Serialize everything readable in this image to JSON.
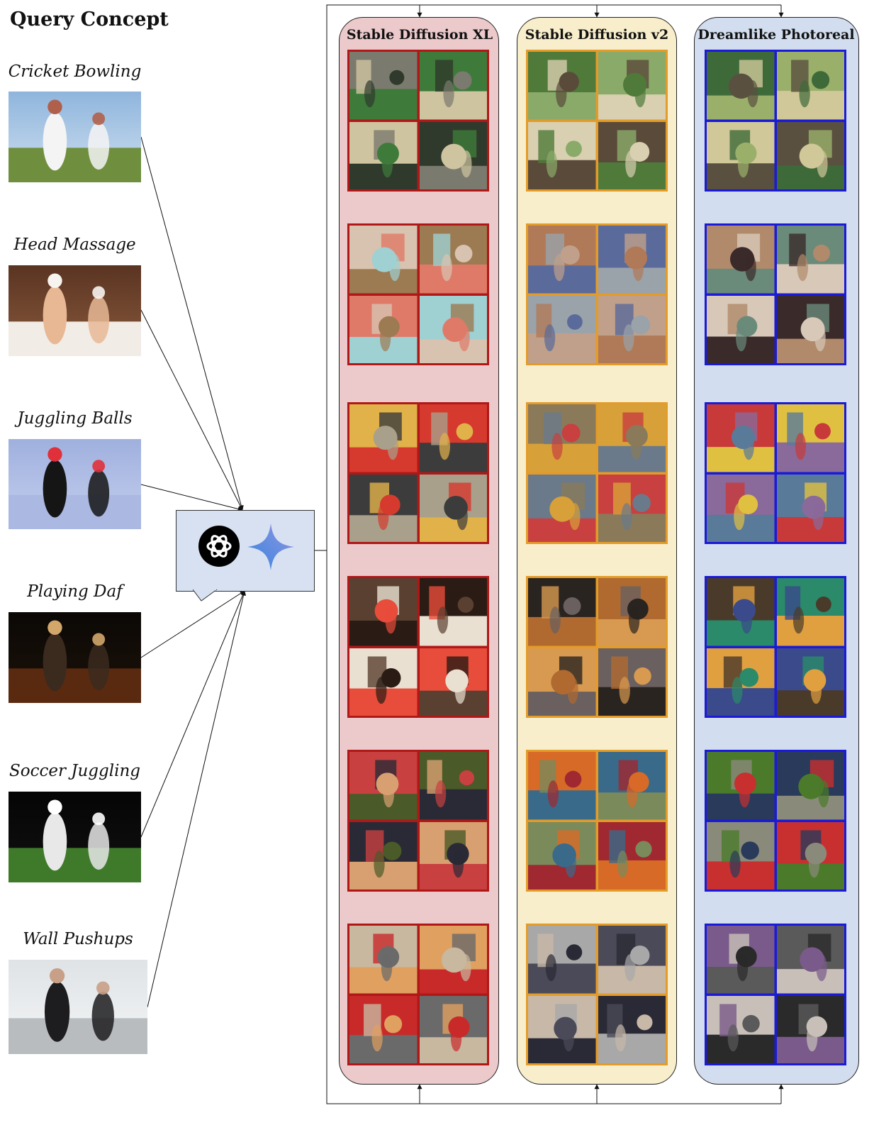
{
  "title": "Query Concept",
  "concepts": [
    {
      "label": "Cricket Bowling",
      "scene": {
        "bg": [
          "#8fb5dd",
          "#cfe0ef"
        ],
        "ground": "#6f8f3f",
        "figure": "#f4f4f4",
        "accent": "#b0604a"
      }
    },
    {
      "label": "Head Massage",
      "scene": {
        "bg": [
          "#5a3422",
          "#8a5a3c"
        ],
        "ground": "#f1ece6",
        "figure": "#e8b895",
        "accent": "#f7f3ee"
      }
    },
    {
      "label": "Juggling Balls",
      "scene": {
        "bg": [
          "#9fb0de",
          "#c6d0ef"
        ],
        "ground": "#aab8e2",
        "figure": "#151515",
        "accent": "#e0303a"
      }
    },
    {
      "label": "Playing Daf",
      "scene": {
        "bg": [
          "#0b0805",
          "#1c120a"
        ],
        "ground": "#5a2a10",
        "figure": "#3b2a1e",
        "accent": "#d3a66a"
      }
    },
    {
      "label": "Soccer Juggling",
      "scene": {
        "bg": [
          "#050505",
          "#111111"
        ],
        "ground": "#3f7a2a",
        "figure": "#e8e8e8",
        "accent": "#ffffff"
      }
    },
    {
      "label": "Wall Pushups",
      "scene": {
        "bg": [
          "#dfe3e6",
          "#f4f5f6"
        ],
        "ground": "#b9bcbf",
        "figure": "#1d1d1f",
        "accent": "#c8a088"
      }
    }
  ],
  "models": [
    {
      "name": "Stable Diffusion XL",
      "panel_color": "#ecc9cb",
      "border_color": "#b01818",
      "palettes": [
        [
          "#7a7a6e",
          "#3e7a3a",
          "#cfc4a0",
          "#2f3a2c"
        ],
        [
          "#d8c3b0",
          "#9c7a52",
          "#e07a68",
          "#9fd0d2"
        ],
        [
          "#e2b24a",
          "#d63a2e",
          "#3c3c3c",
          "#a8a08a"
        ],
        [
          "#5a4030",
          "#2a1c14",
          "#e9e0d2",
          "#e84c3a"
        ],
        [
          "#c84040",
          "#4a5a28",
          "#2a2a36",
          "#d8a070"
        ],
        [
          "#c8b8a0",
          "#e0a060",
          "#c82a2a",
          "#6a6a6a"
        ]
      ]
    },
    {
      "name": "Stable Diffusion v2",
      "panel_color": "#f8eecb",
      "border_color": "#e39b29",
      "palettes": [
        [
          "#4f7a3a",
          "#8aaa6a",
          "#d8d0b0",
          "#5a4a3a"
        ],
        [
          "#b07a58",
          "#5a6a9a",
          "#9aa2aa",
          "#c0a08a"
        ],
        [
          "#8a7a5a",
          "#d8a038",
          "#6a7a8a",
          "#c84040"
        ],
        [
          "#2a2420",
          "#b06a30",
          "#d89a50",
          "#6a6060"
        ],
        [
          "#d86a28",
          "#3a6a8a",
          "#7a8a5a",
          "#a02830"
        ],
        [
          "#a8a8a8",
          "#4a4a58",
          "#c8b8a8",
          "#2a2a36"
        ]
      ]
    },
    {
      "name": "Dreamlike Photoreal",
      "panel_color": "#d2deef",
      "border_color": "#1a1ad8",
      "palettes": [
        [
          "#3e6a3a",
          "#9ab06a",
          "#d0c898",
          "#5a5040"
        ],
        [
          "#b08a6a",
          "#6a8a7a",
          "#d8c8b8",
          "#3a2a2a"
        ],
        [
          "#c83a3a",
          "#e0c040",
          "#8a6a9a",
          "#5a7a9a"
        ],
        [
          "#4a3a2a",
          "#2a8a6a",
          "#e0a040",
          "#3a4a8a"
        ],
        [
          "#4a7a2a",
          "#2a3a5a",
          "#8a8a7a",
          "#c83030"
        ],
        [
          "#7a5a8a",
          "#5a5a5a",
          "#c8c0b8",
          "#2a2a2a"
        ]
      ]
    }
  ]
}
